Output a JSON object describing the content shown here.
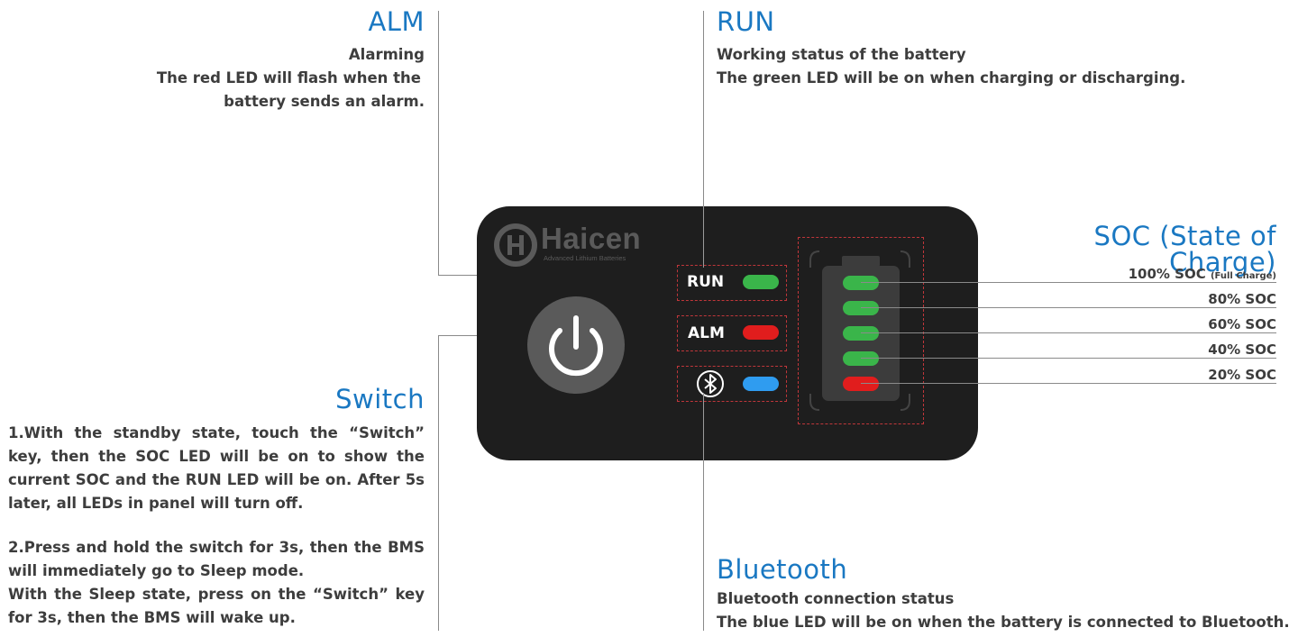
{
  "alm": {
    "title": "ALM",
    "subtitle": "Alarming",
    "desc_line1": "The red LED will flash when the",
    "desc_line2": "battery sends an alarm."
  },
  "run": {
    "title": "RUN",
    "subtitle": "Working status of the battery",
    "desc": "The green LED will be on when charging or discharging."
  },
  "switch": {
    "title": "Switch",
    "para1": "1.With the standby state, touch the “Switch” key, then the SOC LED will be on to show the current SOC and the RUN LED will be on. After 5s later, all LEDs in panel will turn off.",
    "para2": "2.Press and hold the switch for 3s, then the BMS will immediately go to Sleep mode.",
    "para3": "With the Sleep state, press on the “Switch” key for 3s, then the BMS will wake up."
  },
  "bluetooth": {
    "title": "Bluetooth",
    "subtitle": "Bluetooth connection status",
    "desc": "The blue LED will be on when the battery is connected to Bluetooth."
  },
  "soc": {
    "title": "SOC (State of Charge)",
    "levels": [
      {
        "label": "100% SOC",
        "note": "(Full Charge)",
        "led_color": "#3ab54a"
      },
      {
        "label": "80% SOC",
        "note": "",
        "led_color": "#3ab54a"
      },
      {
        "label": "60% SOC",
        "note": "",
        "led_color": "#3ab54a"
      },
      {
        "label": "40% SOC",
        "note": "",
        "led_color": "#3ab54a"
      },
      {
        "label": "20% SOC",
        "note": "",
        "led_color": "#e11d1d"
      }
    ]
  },
  "panel": {
    "brand": "Haicen",
    "tagline": "Advanced Lithium Batteries",
    "run_label": "RUN",
    "alm_label": "ALM",
    "bluetooth_icon": "bluetooth-icon",
    "power_icon": "power-icon"
  },
  "colors": {
    "title_blue": "#1a78c2",
    "panel_bg": "#1e1e1e",
    "led_green": "#3ab54a",
    "led_red": "#e11d1d",
    "led_blue": "#2f9cf0",
    "dash_red": "#c0363a"
  }
}
